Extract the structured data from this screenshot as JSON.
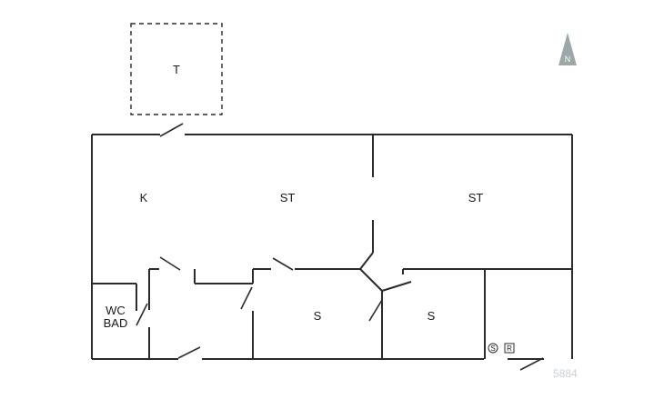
{
  "plan": {
    "rooms": {
      "terrace": "T",
      "kitchen": "K",
      "living_west": "ST",
      "living_east": "ST",
      "wc_line1": "WC",
      "wc_line2": "BAD",
      "bedroom_west": "S",
      "bedroom_east": "S"
    },
    "symbols": {
      "s": "S",
      "r": "R"
    },
    "plan_id": "5884",
    "north": "N"
  }
}
